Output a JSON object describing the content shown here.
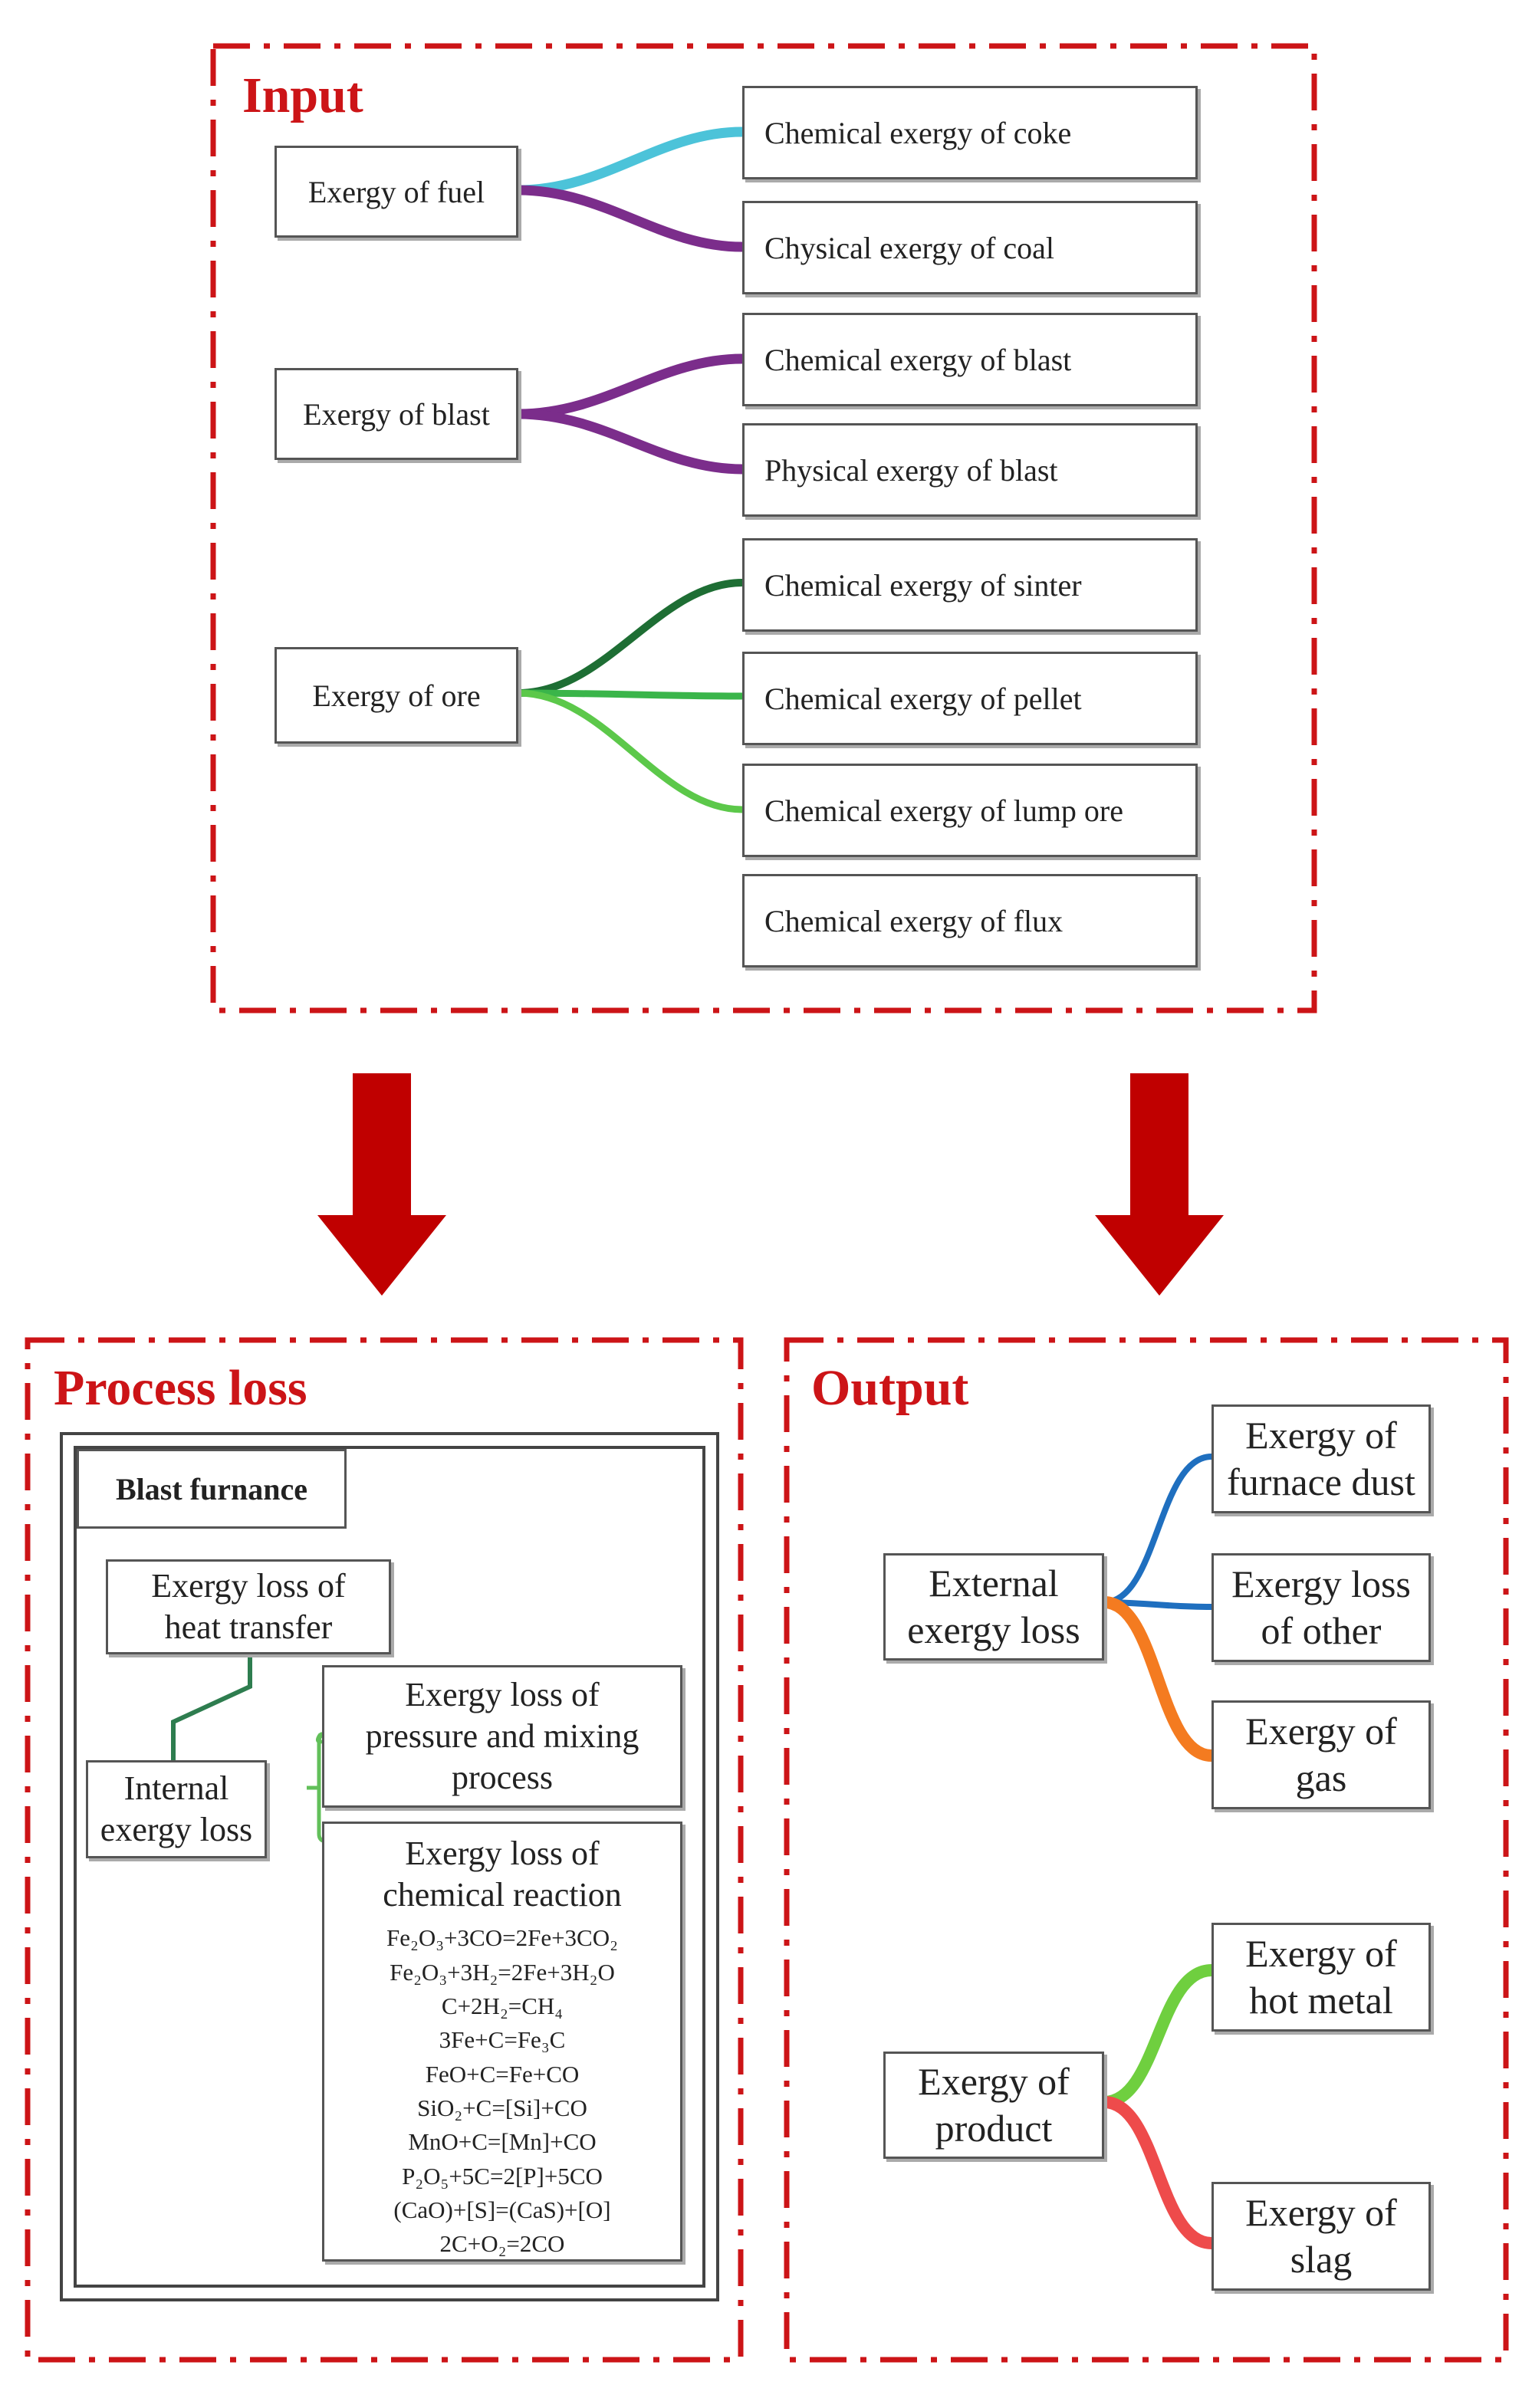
{
  "titles": {
    "input": "Input",
    "process": "Process loss",
    "output": "Output"
  },
  "input": {
    "sources": [
      "Exergy of fuel",
      "Exergy of blast",
      "Exergy of ore"
    ],
    "items": [
      "Chemical exergy of coke",
      "Chysical exergy of coal",
      "Chemical exergy of blast",
      "Physical exergy of blast",
      "Chemical exergy of sinter",
      "Chemical exergy of pellet",
      "Chemical exergy of lump ore",
      "Chemical exergy of flux"
    ]
  },
  "process": {
    "header": "Blast furnance",
    "heat_transfer": "Exergy loss of\nheat transfer",
    "internal": "Internal\nexergy loss",
    "pressure_mixing": "Exergy loss of\npressure and mixing\nprocess",
    "chemical_reaction": "Exergy loss of\nchemical reaction",
    "equations": [
      "Fe₂O₃+3CO=2Fe+3CO₂",
      "Fe₂O₃+3H₂=2Fe+3H₂O",
      "C+2H₂=CH₄",
      "3Fe+C=Fe₃C",
      "FeO+C=Fe+CO",
      "SiO₂+C=[Si]+CO",
      "MnO+C=[Mn]+CO",
      "P₂O₅+5C=2[P]+5CO",
      "(CaO)+[S]=(CaS)+[O]",
      "2C+O₂=2CO"
    ]
  },
  "output": {
    "external": "External\nexergy loss",
    "product": "Exergy of\nproduct",
    "furnace_dust": "Exergy of\nfurnace dust",
    "other": "Exergy loss\nof other",
    "gas": "Exergy of\ngas",
    "hot_metal": "Exergy of\nhot metal",
    "slag": "Exergy of\nslag"
  },
  "colors": {
    "frame_red": "#cc1417",
    "arrow_red": "#c00000",
    "coke_line": "#4cc3d9",
    "purple_line": "#7b2d8b",
    "dark_green_line": "#1e6e34",
    "mid_green_line": "#3ab54a",
    "light_green_line": "#5cc84a",
    "blue_line": "#1f6fbf",
    "orange_line": "#f47b20",
    "green_line": "#6fcf3f",
    "red_line": "#ee4b4b",
    "tree_green": "#2e7d4f",
    "bracket_green": "#62c05a"
  }
}
